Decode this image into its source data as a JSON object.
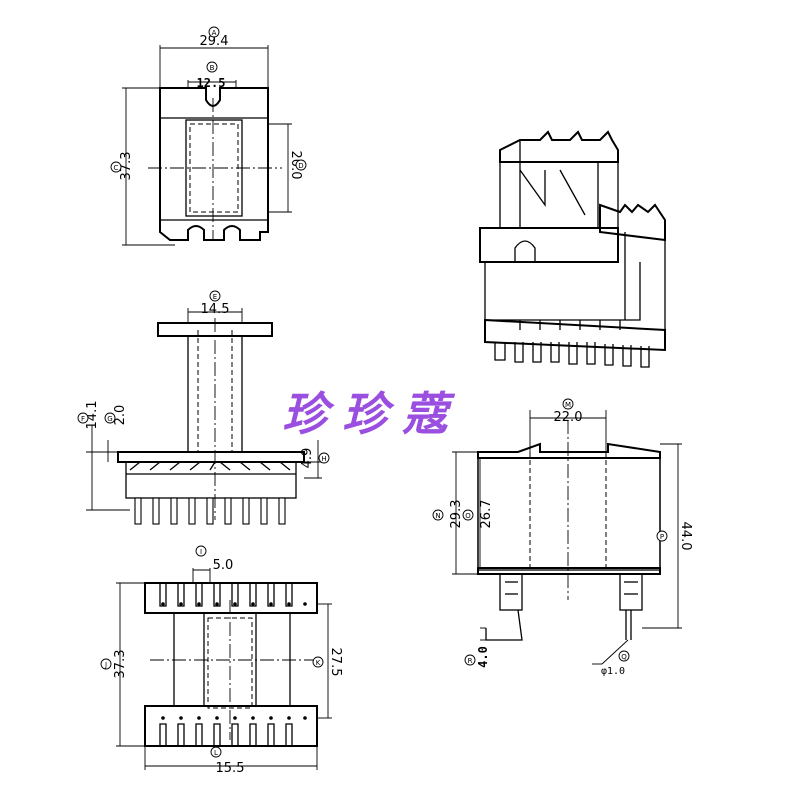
{
  "dimensions": {
    "A": "29.4",
    "B": "12.5",
    "C": "37.3",
    "D": "20.0",
    "E": "14.5",
    "F": "14.1",
    "G": "2.0",
    "H": "4.9",
    "I": "5.0",
    "J": "37.3",
    "K": "27.5",
    "L": "15.5",
    "M": "22.0",
    "N": "29.3",
    "O": "26.7",
    "P": "44.0",
    "Q": "φ1.0",
    "R": "4.0"
  },
  "markers": [
    "A",
    "B",
    "C",
    "D",
    "E",
    "F",
    "G",
    "H",
    "I",
    "J",
    "K",
    "L",
    "M",
    "N",
    "O",
    "P",
    "Q",
    "R"
  ],
  "watermark": {
    "text": "珍珍蔻",
    "color": "#9a4fe0"
  }
}
